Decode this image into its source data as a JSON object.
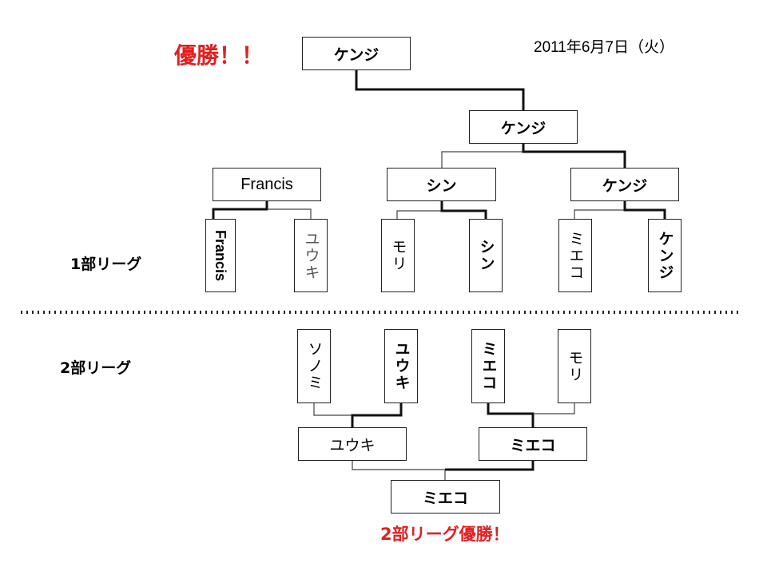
{
  "title_red": "優勝！！",
  "date": "2011年6月7日（火）",
  "leagues": {
    "div1_label": "1部リーグ",
    "div2_label": "2部リーグ"
  },
  "div1": {
    "champion": "ケンジ",
    "final_winner": "ケンジ",
    "semis": [
      "Francis",
      "シン",
      "ケンジ"
    ],
    "round1": [
      "Francis",
      "ユウキ",
      "モリ",
      "シン",
      "ミエコ",
      "ケンジ"
    ]
  },
  "div2": {
    "round1": [
      "ソノミ",
      "ユウキ",
      "ミエコ",
      "モリ"
    ],
    "semis": [
      "ユウキ",
      "ミエコ"
    ],
    "champion": "ミエコ",
    "champion_note": "2部リーグ優勝！"
  }
}
